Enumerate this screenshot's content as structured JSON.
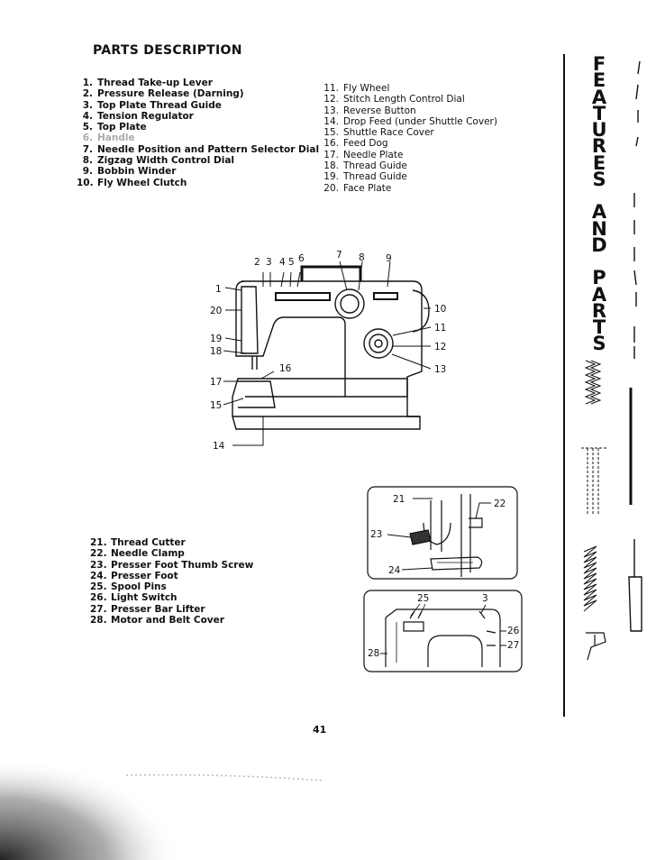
{
  "title": "PARTS DESCRIPTION",
  "parts_left": [
    {
      "n": "1.",
      "t": "Thread Take-up Lever"
    },
    {
      "n": "2.",
      "t": "Pressure Release (Darning)"
    },
    {
      "n": "3.",
      "t": "Top Plate Thread Guide"
    },
    {
      "n": "4.",
      "t": "Tension Regulator"
    },
    {
      "n": "5.",
      "t": "Top Plate"
    },
    {
      "n": "6.",
      "t": "Handle"
    },
    {
      "n": "7.",
      "t": "Needle Position and Pattern Selector Dial"
    },
    {
      "n": "8.",
      "t": "Zigzag Width Control Dial"
    },
    {
      "n": "9.",
      "t": "Bobbin Winder"
    },
    {
      "n": "10.",
      "t": "Fly Wheel Clutch"
    }
  ],
  "parts_right": [
    {
      "n": "11.",
      "t": "Fly Wheel"
    },
    {
      "n": "12.",
      "t": "Stitch Length Control Dial"
    },
    {
      "n": "13.",
      "t": "Reverse Button"
    },
    {
      "n": "14.",
      "t": "Drop Feed (under Shuttle Cover)"
    },
    {
      "n": "15.",
      "t": "Shuttle Race Cover"
    },
    {
      "n": "16.",
      "t": "Feed Dog"
    },
    {
      "n": "17.",
      "t": "Needle Plate"
    },
    {
      "n": "18.",
      "t": "Thread Guide"
    },
    {
      "n": "19.",
      "t": "Thread Guide"
    },
    {
      "n": "20.",
      "t": "Face Plate"
    }
  ],
  "parts_bottom": [
    {
      "n": "21.",
      "t": "Thread Cutter"
    },
    {
      "n": "22.",
      "t": "Needle Clamp"
    },
    {
      "n": "23.",
      "t": "Presser Foot Thumb Screw"
    },
    {
      "n": "24.",
      "t": "Presser Foot"
    },
    {
      "n": "25.",
      "t": "Spool Pins"
    },
    {
      "n": "26.",
      "t": "Light Switch"
    },
    {
      "n": "27.",
      "t": "Presser Bar Lifter"
    },
    {
      "n": "28.",
      "t": "Motor and Belt Cover"
    }
  ],
  "page_number": "41",
  "side_heading": [
    "F",
    "E",
    "A",
    "T",
    "U",
    "R",
    "E",
    "S",
    "",
    "A",
    "N",
    "D",
    "",
    "P",
    "A",
    "R",
    "T",
    "S"
  ],
  "callouts_main": {
    "c1": "1",
    "c2": "2",
    "c3": "3",
    "c4": "4",
    "c5": "5",
    "c6": "6",
    "c7": "7",
    "c8": "8",
    "c9": "9",
    "c10": "10",
    "c11": "11",
    "c12": "12",
    "c13": "13",
    "c14": "14",
    "c15": "15",
    "c16": "16",
    "c17": "17",
    "c18": "18",
    "c19": "19",
    "c20": "20"
  },
  "callouts_foot": {
    "c21": "21",
    "c22": "22",
    "c23": "23",
    "c24": "24"
  },
  "callouts_top": {
    "c25": "25",
    "c3": "3",
    "c26": "26",
    "c27": "27",
    "c28": "28"
  }
}
